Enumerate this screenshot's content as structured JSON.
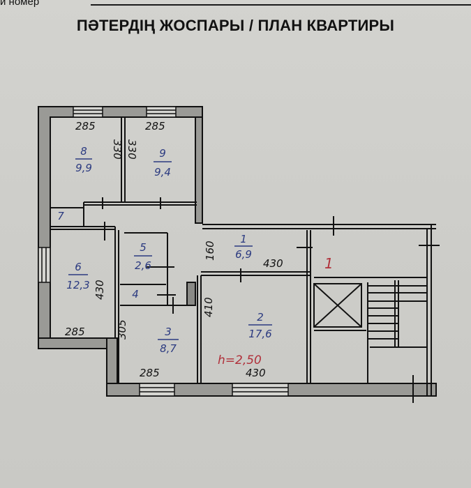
{
  "header": {
    "corner_label": "и номер",
    "title": "ПӘТЕРДІҢ ЖОСПАРЫ / ПЛАН КВАРТИРЫ"
  },
  "rooms": [
    {
      "id": "1",
      "area": "6,9"
    },
    {
      "id": "2",
      "area": "17,6"
    },
    {
      "id": "3",
      "area": "8,7"
    },
    {
      "id": "4",
      "area": ""
    },
    {
      "id": "5",
      "area": "2,6"
    },
    {
      "id": "6",
      "area": "12,3"
    },
    {
      "id": "7",
      "area": ""
    },
    {
      "id": "8",
      "area": "9,9"
    },
    {
      "id": "9",
      "area": "9,4"
    }
  ],
  "dimensions": {
    "room8_width": "285",
    "room9_width": "285",
    "room8_height": "330",
    "room9_height": "330",
    "room6_height": "430",
    "room6_width": "285",
    "room3_height": "305",
    "room3_width": "285",
    "room2_height": "410",
    "room2_width": "430",
    "room1_height": "160",
    "room1_width": "430"
  },
  "annotations": {
    "ceiling_height": "h=2,50",
    "stair_marker": "1"
  },
  "colors": {
    "ink": "#111111",
    "blue_ink": "#2b3a80",
    "red_ink": "#b0303a",
    "wall_fill": "#9a9a96",
    "paper": "#cfcfcb"
  }
}
